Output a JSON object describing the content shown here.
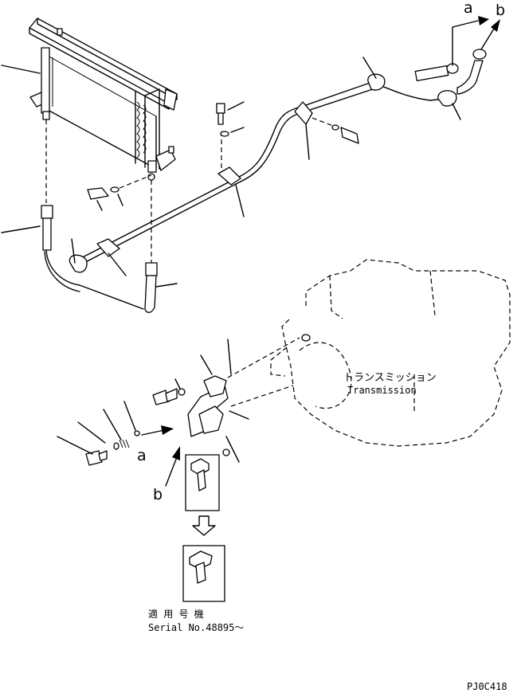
{
  "labels": {
    "arrow_a_top": "a",
    "arrow_b_top": "b",
    "arrow_a_bottom": "a",
    "arrow_b_bottom": "b",
    "transmission_jp": "トランスミッション",
    "transmission_en": "Transmission",
    "serial_jp": "適 用 号 機",
    "serial_en": "Serial No.48895～",
    "drawing_code": "PJ0C418"
  }
}
